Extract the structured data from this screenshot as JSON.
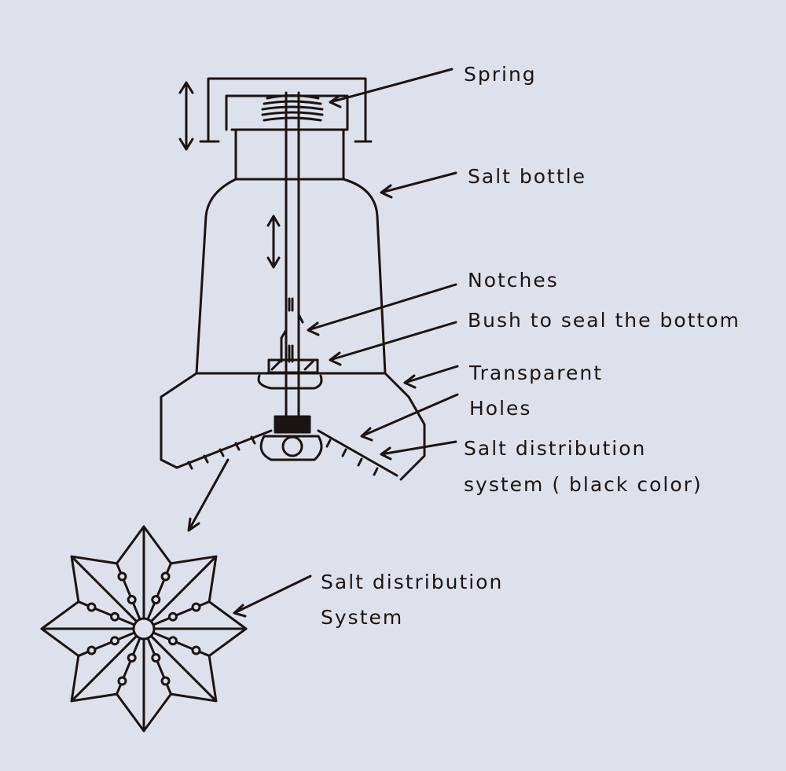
{
  "labels": {
    "spring": "Spring",
    "salt_bottle": "Salt bottle",
    "notches": "Notches",
    "bush": "Bush to seal the bottom",
    "transparent": "Transparent",
    "holes": "Holes",
    "salt_distribution": "Salt distribution",
    "system_black": "system ( black color)",
    "star_label_1": "Salt distribution",
    "star_label_2": "System"
  },
  "colors": {
    "paper": "#dde1ec",
    "ink": "#1c1412"
  }
}
